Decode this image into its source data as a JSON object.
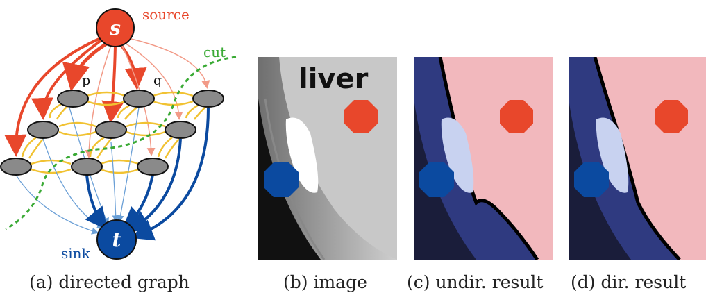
{
  "graph": {
    "source_node": "s",
    "sink_node": "t",
    "source_label": "source",
    "sink_label": "sink",
    "cut_label": "cut",
    "node_p": "p",
    "node_q": "q",
    "colors": {
      "source": "#e8472b",
      "sink": "#0b4aa0",
      "neighbor": "#f1c232",
      "cut": "#3aaa35",
      "node": "#8a8a8a"
    }
  },
  "panel_b": {
    "overlay_text": "liver"
  },
  "captions": {
    "a": "(a) directed graph",
    "b": "(b) image",
    "c": "(c) undir. result",
    "d": "(d) dir. result"
  }
}
